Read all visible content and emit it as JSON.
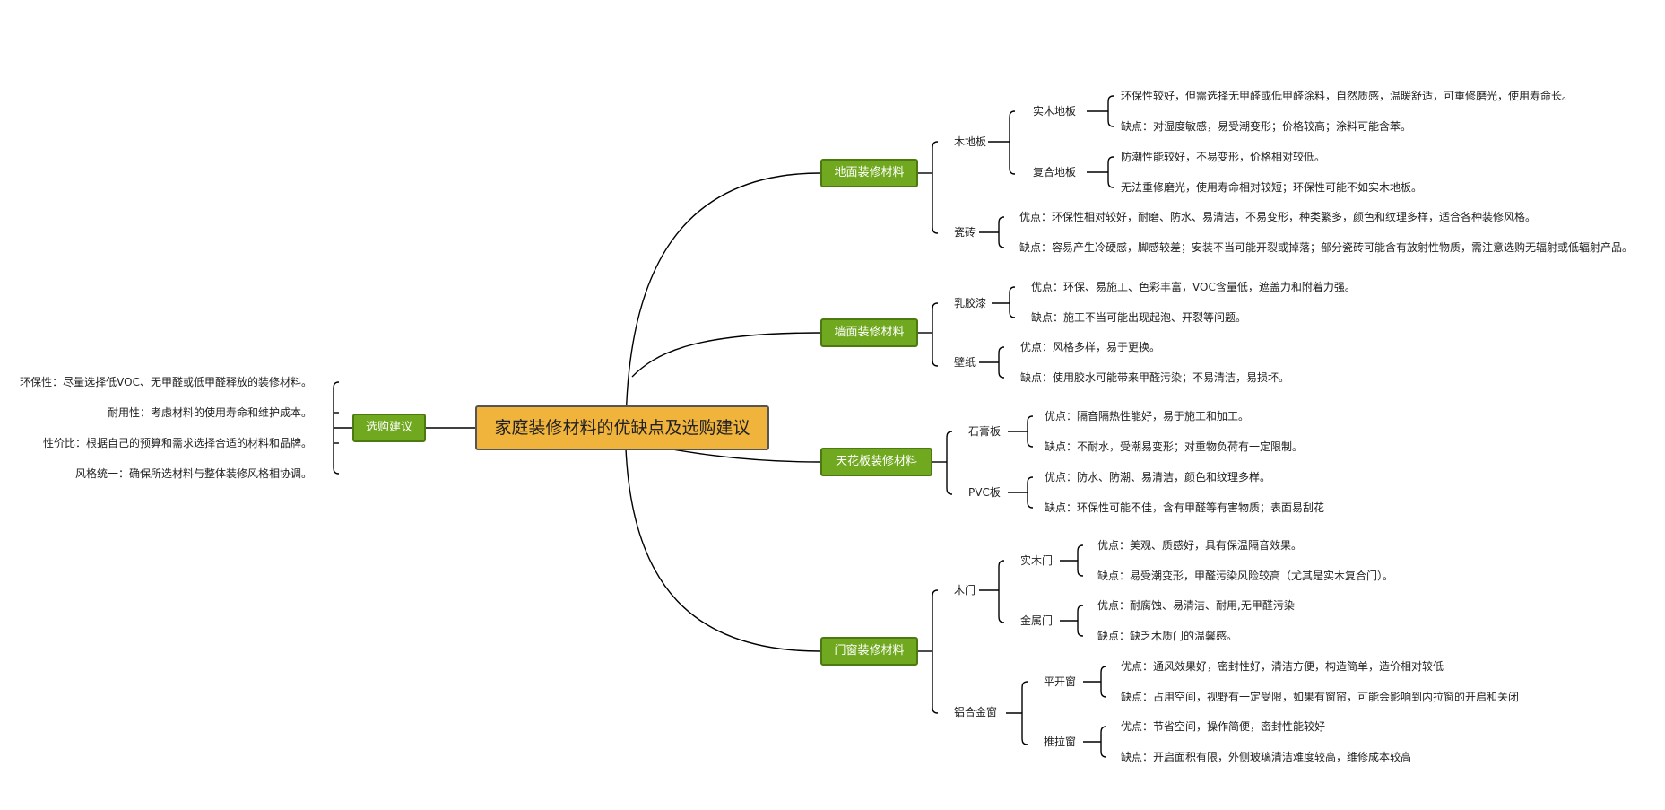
{
  "colors": {
    "root_fill": "#f0b33c",
    "branch_fill": "#70a81f",
    "line": "#000000"
  },
  "mindmap": {
    "root": "家庭装修材料的优缺点及选购建议",
    "branches": {
      "floor": {
        "label": "地面装修材料",
        "wood": {
          "label": "木地板",
          "solid": {
            "label": "实木地板",
            "pro": "环保性较好，但需选择无甲醛或低甲醛涂料，自然质感，温暖舒适，可重修磨光，使用寿命长。",
            "con": "缺点：对湿度敏感，易受潮变形；价格较高；涂料可能含苯。"
          },
          "composite": {
            "label": "复合地板",
            "pro": "防潮性能较好，不易变形，价格相对较低。",
            "con": "无法重修磨光，使用寿命相对较短；环保性可能不如实木地板。"
          }
        },
        "tile": {
          "label": "瓷砖",
          "pro": "优点：环保性相对较好，耐磨、防水、易清洁，不易变形，种类繁多，颜色和纹理多样，适合各种装修风格。",
          "con": "缺点：容易产生冷硬感，脚感较差；安装不当可能开裂或掉落；部分瓷砖可能含有放射性物质，需注意选购无辐射或低辐射产品。"
        }
      },
      "wall": {
        "label": "墙面装修材料",
        "latex": {
          "label": "乳胶漆",
          "pro": "优点：环保、易施工、色彩丰富，VOC含量低，遮盖力和附着力强。",
          "con": "缺点：施工不当可能出现起泡、开裂等问题。"
        },
        "wallpaper": {
          "label": "壁纸",
          "pro": "优点：风格多样，易于更换。",
          "con": "缺点：使用胶水可能带来甲醛污染；不易清洁，易损坏。"
        }
      },
      "ceiling": {
        "label": "天花板装修材料",
        "gypsum": {
          "label": "石膏板",
          "pro": "优点：隔音隔热性能好，易于施工和加工。",
          "con": "缺点：不耐水，受潮易变形；对重物负荷有一定限制。"
        },
        "pvc": {
          "label": "PVC板",
          "pro": "优点：防水、防潮、易清洁，颜色和纹理多样。",
          "con": "缺点：环保性可能不佳，含有甲醛等有害物质；表面易刮花"
        }
      },
      "door": {
        "label": "门窗装修材料",
        "wooddoor": {
          "label": "木门",
          "solid": {
            "label": "实木门",
            "pro": "优点：美观、质感好，具有保温隔音效果。",
            "con": "缺点：易受潮变形，甲醛污染风险较高（尤其是实木复合门）。"
          },
          "metal": {
            "label": "金属门",
            "pro": "优点：耐腐蚀、易清洁、耐用,无甲醛污染",
            "con": "缺点：缺乏木质门的温馨感。"
          }
        },
        "alu": {
          "label": "铝合金窗",
          "casement": {
            "label": "平开窗",
            "pro": "优点：通风效果好，密封性好，清洁方便，构造简单，造价相对较低",
            "con": "缺点：占用空间，视野有一定受限，如果有窗帘，可能会影响到内拉窗的开启和关闭"
          },
          "sliding": {
            "label": "推拉窗",
            "pro": "优点：节省空间，操作简便，密封性能较好",
            "con": "缺点：开启面积有限，外侧玻璃清洁难度较高，维修成本较高"
          }
        }
      },
      "advice": {
        "label": "选购建议",
        "items": [
          "环保性：尽量选择低VOC、无甲醛或低甲醛释放的装修材料。",
          "耐用性：考虑材料的使用寿命和维护成本。",
          "性价比：根据自己的预算和需求选择合适的材料和品牌。",
          "风格统一：确保所选材料与整体装修风格相协调。"
        ]
      }
    }
  }
}
